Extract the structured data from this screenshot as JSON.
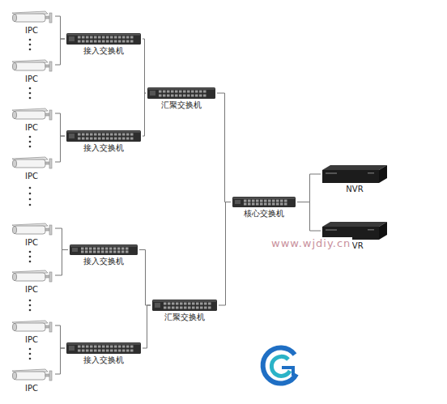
{
  "diagram": {
    "nodes": [
      {
        "text": [
          "IPC"
        ]
      },
      {
        "text": [
          "IPC"
        ]
      },
      {
        "text": [
          "IPC"
        ]
      },
      {
        "text": [
          "IPC"
        ]
      },
      {
        "text": [
          "IPC"
        ]
      },
      {
        "text": [
          "IPC"
        ]
      },
      {
        "text": [
          "IPC"
        ]
      },
      {
        "text": [
          "IPC"
        ]
      },
      {
        "text": [
          "接入交换机"
        ]
      },
      {
        "text": [
          "接入交换机"
        ]
      },
      {
        "text": [
          "接入交换机"
        ]
      },
      {
        "text": [
          "接入交换机"
        ]
      },
      {
        "text": [
          "汇聚交换机"
        ]
      },
      {
        "text": [
          "汇聚交换机"
        ]
      },
      {
        "text": [
          "核心交换机"
        ]
      },
      {
        "text": [
          "NVR"
        ]
      },
      {
        "text": [
          "NVR"
        ]
      }
    ],
    "edges": [
      {
        "from": 0,
        "to": 8,
        "arrow": "none"
      },
      {
        "from": 1,
        "to": 8,
        "arrow": "none"
      },
      {
        "from": 2,
        "to": 9,
        "arrow": "none"
      },
      {
        "from": 3,
        "to": 9,
        "arrow": "none"
      },
      {
        "from": 4,
        "to": 10,
        "arrow": "none"
      },
      {
        "from": 5,
        "to": 10,
        "arrow": "none"
      },
      {
        "from": 6,
        "to": 11,
        "arrow": "none"
      },
      {
        "from": 7,
        "to": 11,
        "arrow": "none"
      },
      {
        "from": 8,
        "to": 12,
        "arrow": "none"
      },
      {
        "from": 9,
        "to": 12,
        "arrow": "none"
      },
      {
        "from": 10,
        "to": 13,
        "arrow": "none"
      },
      {
        "from": 11,
        "to": 13,
        "arrow": "none"
      },
      {
        "from": 12,
        "to": 14,
        "arrow": "none"
      },
      {
        "from": 13,
        "to": 14,
        "arrow": "none"
      },
      {
        "from": 14,
        "to": 15,
        "arrow": "none"
      },
      {
        "from": 14,
        "to": 16,
        "arrow": "none"
      }
    ],
    "labels": [
      "www.wjdiy.cn"
    ]
  }
}
